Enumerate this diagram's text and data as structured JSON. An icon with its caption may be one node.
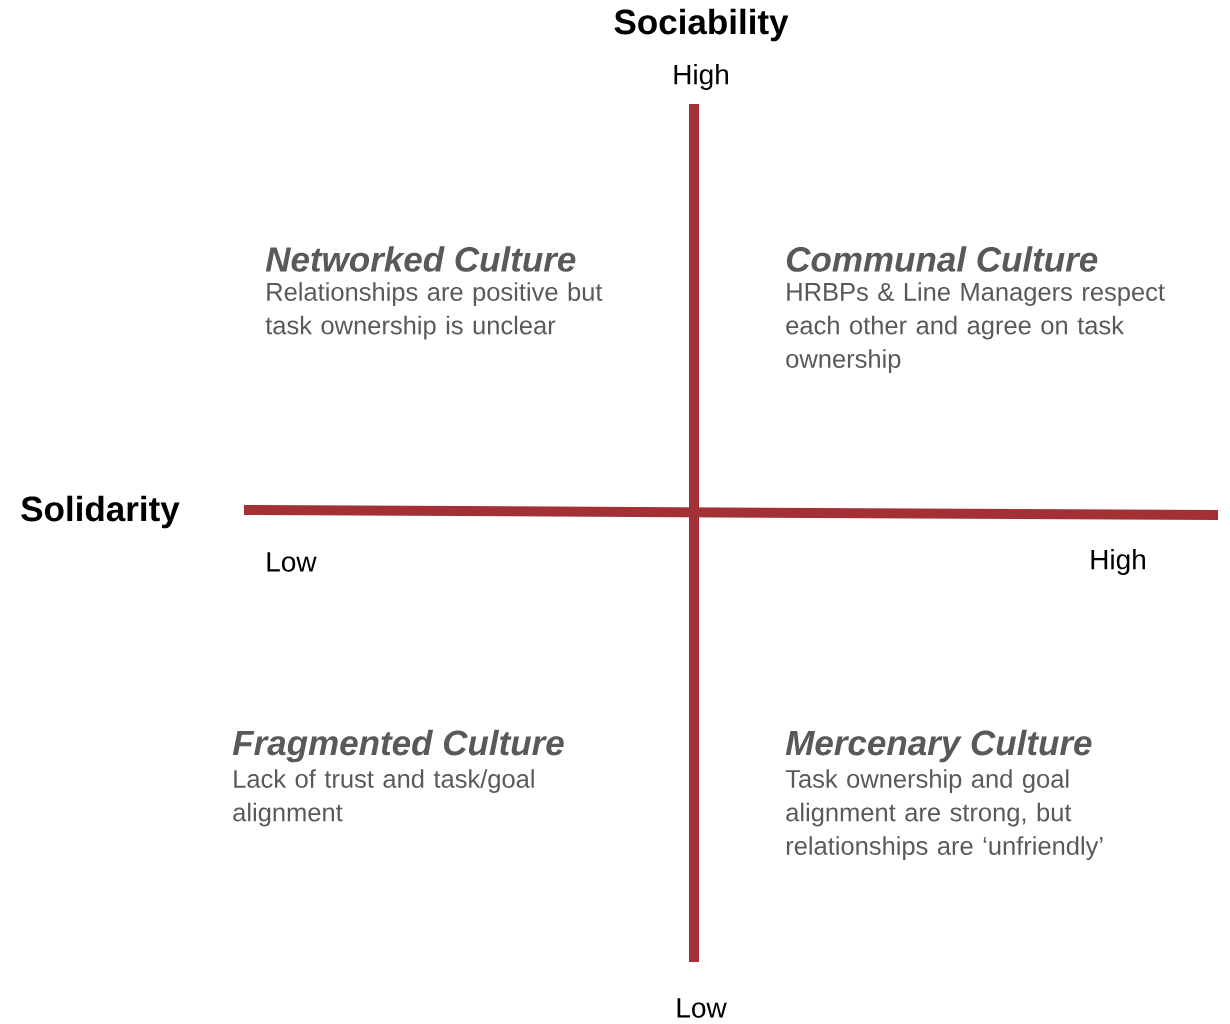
{
  "diagram": {
    "labels": [
      "Sociability",
      "High",
      "Networked Culture",
      "Relationships are positive but task ownership is unclear",
      "Communal Culture",
      "HRBPs & Line Managers respect each other and agree on task ownership",
      "Solidarity",
      "Low",
      "High",
      "Fragmented Culture",
      "Lack of trust and task/goal alignment",
      "Mercenary Culture",
      "Task ownership and goal alignment are strong, but relationships are ‘unfriendly’",
      "Low"
    ]
  }
}
